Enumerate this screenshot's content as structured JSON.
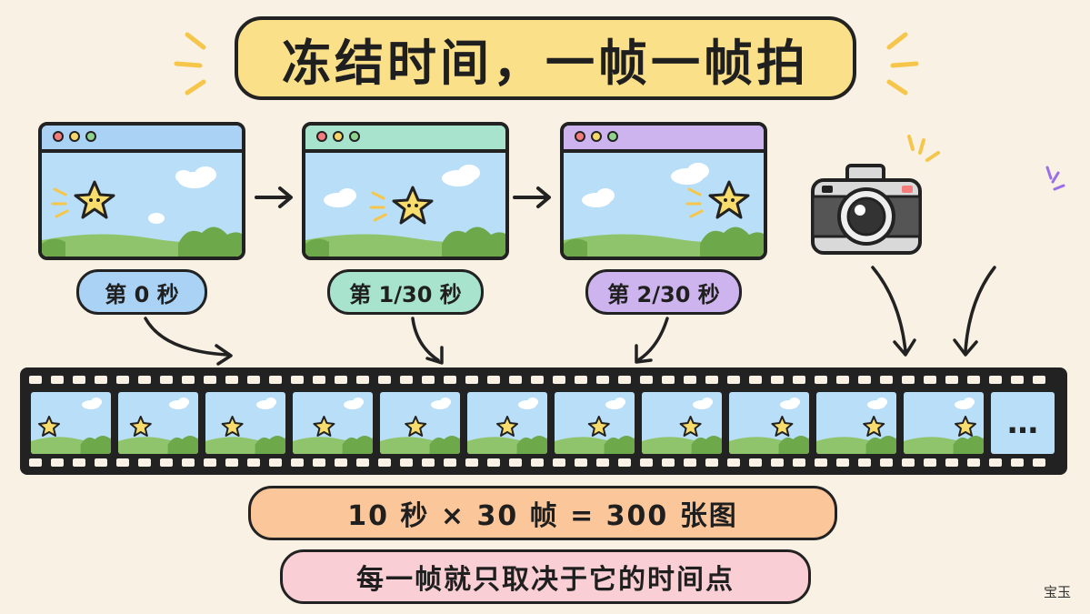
{
  "title": "冻结时间，一帧一帧拍",
  "windows": [
    {
      "label": "第 0 秒",
      "bar_color": "#a9d2f5",
      "pill_color": "#a9d2f5"
    },
    {
      "label": "第 1/30 秒",
      "bar_color": "#a7e3cd",
      "pill_color": "#a7e3cd"
    },
    {
      "label": "第 2/30 秒",
      "bar_color": "#cdb4ee",
      "pill_color": "#cdb4ee"
    }
  ],
  "filmstrip": {
    "frames_shown": 11,
    "more_label": "…"
  },
  "equation": "10 秒 × 30 帧 = 300 张图",
  "note": "每一帧就只取决于它的时间点",
  "signature": "宝玉",
  "colors": {
    "sky": "#b9def7",
    "grass": "#8fc46d",
    "bush": "#6da84a",
    "star": "#f9dd6c",
    "title_bg": "#fbe08a"
  },
  "icons": [
    "camera-icon",
    "sound-wave-icon",
    "star-icon",
    "cloud-icon"
  ]
}
